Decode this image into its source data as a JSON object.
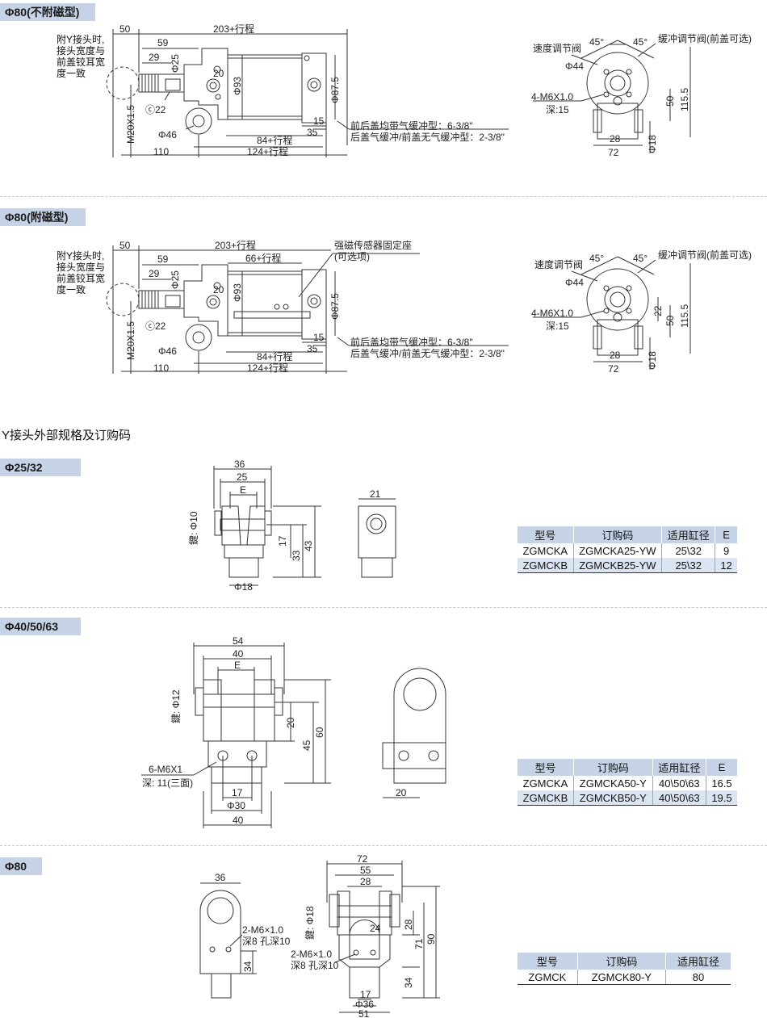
{
  "sections": {
    "s1_tag": "Φ80(不附磁型)",
    "s2_tag": "Φ80(附磁型)",
    "heading": "Y接头外部规格及订购码",
    "s3_tag": "Φ25/32",
    "s4_tag": "Φ40/50/63",
    "s5_tag": "Φ80"
  },
  "d1": {
    "note_lines": [
      "附Y接头时,",
      "接头宽度与",
      "前盖铰耳宽",
      "度一致"
    ],
    "dims": [
      "50",
      "203+行程",
      "59",
      "29",
      "Φ25",
      "Φ93",
      "Φ87.5",
      "20",
      "ⓒ22",
      "Φ46",
      "M20X1.5",
      "110",
      "84+行程",
      "124+行程",
      "35",
      "15"
    ],
    "port_lines": [
      "前后盖均带气缓冲型：6-3/8\"",
      "后盖气缓冲/前盖无气缓冲型：2-3/8\""
    ],
    "side": [
      "速度调节阀",
      "45°",
      "45°",
      "缓冲调节阀(前盖可选)",
      "Φ44",
      "4-M6X1.0",
      "深:15",
      "115.5",
      "50",
      "28",
      "72",
      "Φ18"
    ]
  },
  "d2": {
    "note_lines": [
      "附Y接头时,",
      "接头宽度与",
      "前盖铰耳宽",
      "度一致"
    ],
    "sensor_lines": [
      "强磁传感器固定座",
      "(可选项)"
    ],
    "dims": [
      "50",
      "203+行程",
      "66+行程",
      "59",
      "29",
      "Φ25",
      "Φ93",
      "Φ87.5",
      "20",
      "ⓒ22",
      "Φ46",
      "M20X1.5",
      "110",
      "84+行程",
      "124+行程",
      "35",
      "15"
    ],
    "port_lines": [
      "前后盖均带气缓冲型：6-3/8\"",
      "后盖气缓冲/前盖无气缓冲型：2-3/8\""
    ],
    "side": [
      "速度调节阀",
      "45°",
      "45°",
      "缓冲调节阀(前盖可选)",
      "Φ44",
      "4-M6X1.0",
      "深:15",
      "115.5",
      "50",
      "22",
      "28",
      "72",
      "Φ18"
    ]
  },
  "y25": {
    "dims": [
      "36",
      "25",
      "E",
      "鍵: Φ10",
      "17",
      "33",
      "43",
      "Φ18",
      "21"
    ],
    "table": {
      "headers": [
        "型号",
        "订购码",
        "适用缸径",
        "E"
      ],
      "rows": [
        [
          "ZGMCKA",
          "ZGMCKA25-YW",
          "25\\32",
          "9"
        ],
        [
          "ZGMCKB",
          "ZGMCKB25-YW",
          "25\\32",
          "12"
        ]
      ]
    }
  },
  "y40": {
    "dims": [
      "54",
      "40",
      "E",
      "鍵: Φ12",
      "20",
      "45",
      "60",
      "6-M6X1",
      "深: 11(三面)",
      "17",
      "Φ30",
      "40",
      "20"
    ],
    "table": {
      "headers": [
        "型号",
        "订购码",
        "适用缸径",
        "E"
      ],
      "rows": [
        [
          "ZGMCKA",
          "ZGMCKA50-Y",
          "40\\50\\63",
          "16.5"
        ],
        [
          "ZGMCKB",
          "ZGMCKB50-Y",
          "40\\50\\63",
          "19.5"
        ]
      ]
    }
  },
  "y80": {
    "dims": [
      "36",
      "2-M6×1.0",
      "深8 孔深10",
      "34",
      "72",
      "55",
      "28",
      "鍵: Φ18",
      "24",
      "28",
      "71",
      "90",
      "2-M6×1.0",
      "深8 孔深10",
      "34",
      "17",
      "Φ36",
      "51"
    ],
    "table": {
      "headers": [
        "型号",
        "订购码",
        "适用缸径"
      ],
      "rows": [
        [
          "ZGMCK",
          "ZGMCK80-Y",
          "80"
        ]
      ]
    }
  }
}
